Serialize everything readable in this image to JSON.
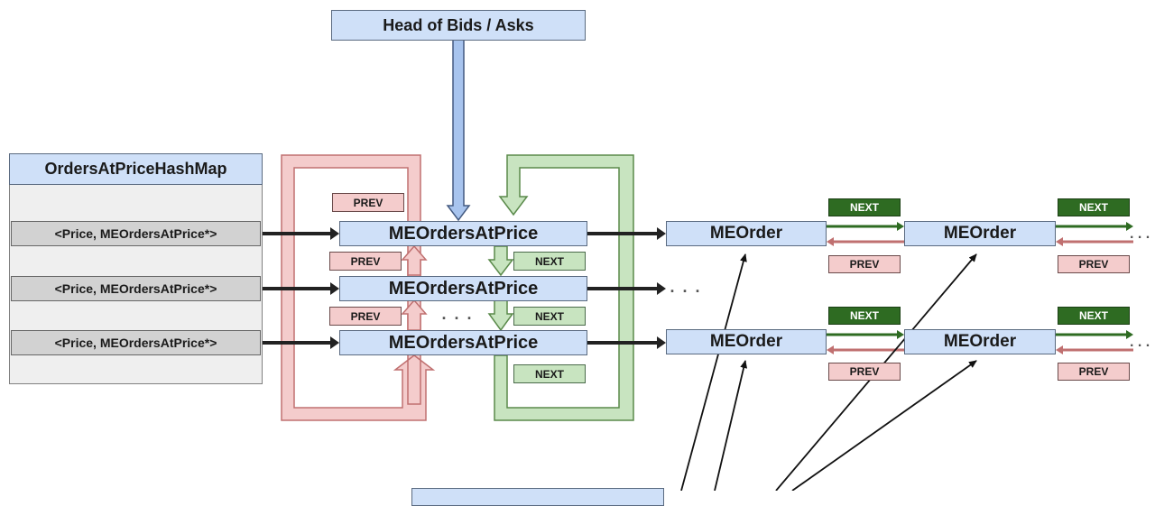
{
  "header": {
    "title": "Head of Bids / Asks"
  },
  "hashmap": {
    "title": "OrdersAtPriceHashMap",
    "entries": [
      "<Price, MEOrdersAtPrice*>",
      "<Price, MEOrdersAtPrice*>",
      "<Price, MEOrdersAtPrice*>"
    ]
  },
  "levels": [
    "MEOrdersAtPrice",
    "MEOrdersAtPrice",
    "MEOrdersAtPrice"
  ],
  "orders": [
    "MEOrder",
    "MEOrder",
    "MEOrder",
    "MEOrder"
  ],
  "tags": {
    "prev": "PREV",
    "next": "NEXT"
  },
  "ellipsis": ". . .",
  "colors": {
    "price_link_fill": "#f4cccc",
    "price_link_stroke": "#c07070",
    "level_link_fill": "#c8e4c0",
    "level_link_stroke": "#5a8a4a",
    "head_arrow_fill": "#a8c4ee",
    "order_next": "#2e6b22",
    "order_prev": "#f4cccc",
    "arrow": "#1a1a1a"
  }
}
